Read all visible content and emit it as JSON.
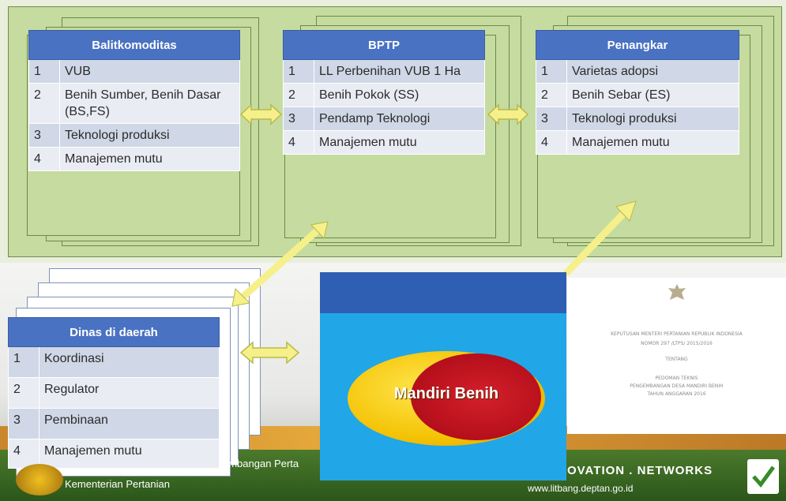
{
  "tables": {
    "balitkomoditas": {
      "title": "Balitkomoditas",
      "rows": [
        {
          "no": "1",
          "text": "VUB"
        },
        {
          "no": "2",
          "text": "Benih Sumber, Benih Dasar (BS,FS)"
        },
        {
          "no": "3",
          "text": "Teknologi produksi"
        },
        {
          "no": "4",
          "text": "Manajemen mutu"
        }
      ]
    },
    "bptp": {
      "title": "BPTP",
      "rows": [
        {
          "no": "1",
          "text": "LL Perbenihan VUB 1 Ha"
        },
        {
          "no": "2",
          "text": "Benih Pokok (SS)"
        },
        {
          "no": "3",
          "text": "Pendamp Teknologi"
        },
        {
          "no": "4",
          "text": "Manajemen mutu"
        }
      ]
    },
    "penangkar": {
      "title": "Penangkar",
      "rows": [
        {
          "no": "1",
          "text": "Varietas adopsi"
        },
        {
          "no": "2",
          "text": "Benih Sebar (ES)"
        },
        {
          "no": "3",
          "text": "Teknologi produksi"
        },
        {
          "no": "4",
          "text": "Manajemen mutu"
        }
      ]
    },
    "dinas": {
      "title": "Dinas  di daerah",
      "rows": [
        {
          "no": "1",
          "text": "Koordinasi"
        },
        {
          "no": "2",
          "text": "Regulator"
        },
        {
          "no": "3",
          "text": "Pembinaan"
        },
        {
          "no": "4",
          "text": "Manajemen mutu"
        }
      ]
    }
  },
  "mandiri_box": {
    "label": "Mandiri Benih"
  },
  "decree": {
    "line1": "KEPUTUSAN MENTERI PERTANIAN REPUBLIK INDONESIA",
    "line2": "NOMOR 297 /LTPS/ 2015/2016",
    "line3": "TENTANG",
    "line4": "PEDOMAN TEKNIS",
    "line5": "PENGEMBANGAN DESA MANDIRI BENIH",
    "line6": "TAHUN ANGGARAN 2016"
  },
  "footer": {
    "partial_text": "embangan Perta",
    "ministry": "Kementerian Pertanian",
    "tagline": "OVATION . NETWORKS",
    "url": "www.litbang.deptan.go.id"
  },
  "colors": {
    "panel_green": "#c6dba0",
    "table_header_blue": "#4a72c2",
    "arrow_yellow": "#f5f08a",
    "mandiri_blue": "#21a6e8",
    "mandiri_red": "#c0141f",
    "mandiri_yellow": "#f3c000"
  }
}
